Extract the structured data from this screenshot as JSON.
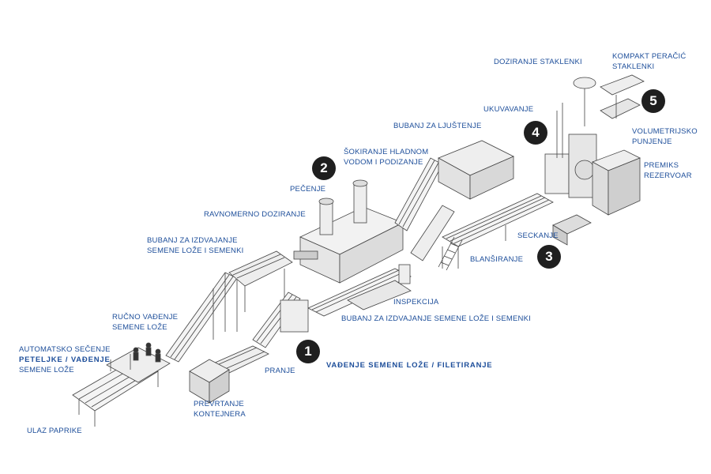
{
  "diagram": {
    "label_color": "#1d4e9a",
    "badge_color": "#1f1f1f",
    "labels": {
      "doziranje_staklenki": "DOZIRANJE STAKLENKI",
      "kompakt_peracic": "KOMPAKT PERAČIĆ\nSTAKLENKI",
      "ukuvavanje": "UKUVAVANJE",
      "bubanj_ljustenje": "BUBANJ ZA LJUŠTENJE",
      "volumetrijsko": "VOLUMETRIJSKO\nPUNJENJE",
      "sokiranje": "ŠOKIRANJE HLADNOM\nVODOM I PODIZANJE",
      "premiks": "PREMIKS\nREZERVOAR",
      "pecenje": "PEČENJE",
      "ravnomerno": "RAVNOMERNO DOZIRANJE",
      "seckanje": "SECKANJE",
      "bubanj_izdvajanje_1": "BUBANJ ZA IZDVAJANJE\nSEMENE LOŽE I SEMENKI",
      "blansiranje": "BLANŠIRANJE",
      "inspekcija": "INSPEKCIJA",
      "rucno": "RUČNO VAĐENJE\nSEMENE LOŽE",
      "bubanj_izdvajanje_2": "BUBANJ ZA IZDVAJANJE SEMENE LOŽE I SEMENKI",
      "automatsko": "AUTOMATSKO SEČENJE",
      "peteljke": "PETELJKE / VAĐENJE",
      "semene_loze": "SEMENE LOŽE",
      "vadjenje_filetiranje": "VAĐENJE SEMENE LOŽE / FILETIRANJE",
      "pranje": "PRANJE",
      "prevrtanje": "PREVRTANJE\nKONTEJNERA",
      "ulaz": "ULAZ PAPRIKE"
    },
    "badges": {
      "b1": "1",
      "b2": "2",
      "b3": "3",
      "b4": "4",
      "b5": "5"
    }
  }
}
